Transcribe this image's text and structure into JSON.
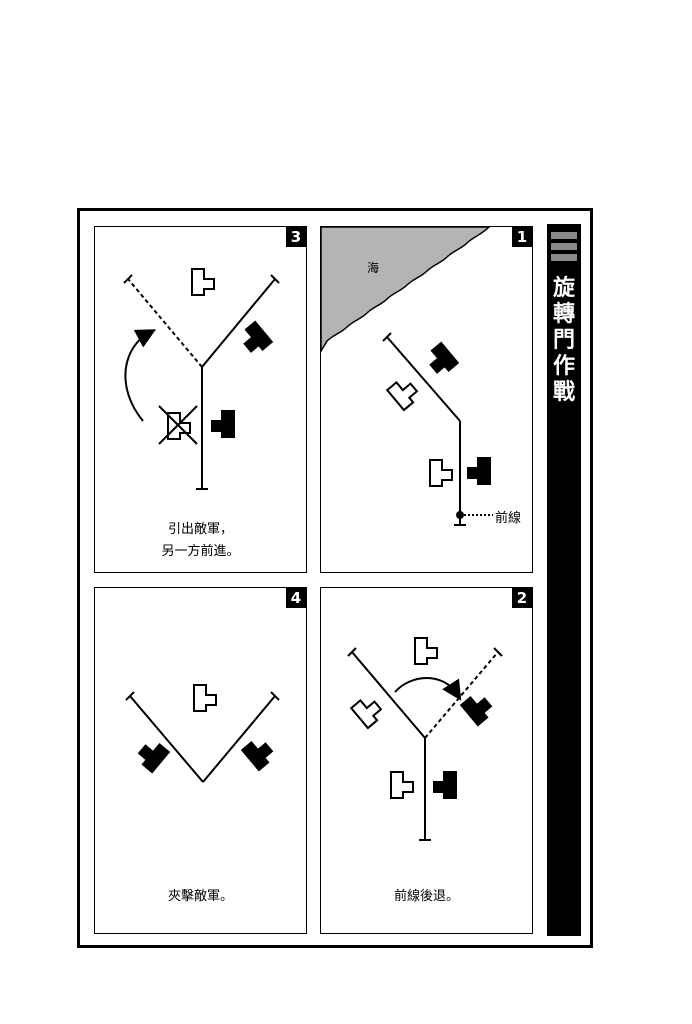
{
  "title": "旋轉門作戰",
  "panels": {
    "p1": {
      "number": "1",
      "sea_label": "海",
      "front_label": "前線",
      "caption": ""
    },
    "p2": {
      "number": "2",
      "caption": "前線後退。"
    },
    "p3": {
      "number": "3",
      "caption_line1": "引出敵軍，",
      "caption_line2": "另一方前進。"
    },
    "p4": {
      "number": "4",
      "caption": "夾擊敵軍。"
    }
  },
  "legend": {
    "friendly_unit": "white T-shaped block",
    "enemy_unit": "black T-shaped block"
  },
  "colors": {
    "ink": "#000000",
    "sea": "#b4b4b4",
    "paper": "#ffffff"
  }
}
